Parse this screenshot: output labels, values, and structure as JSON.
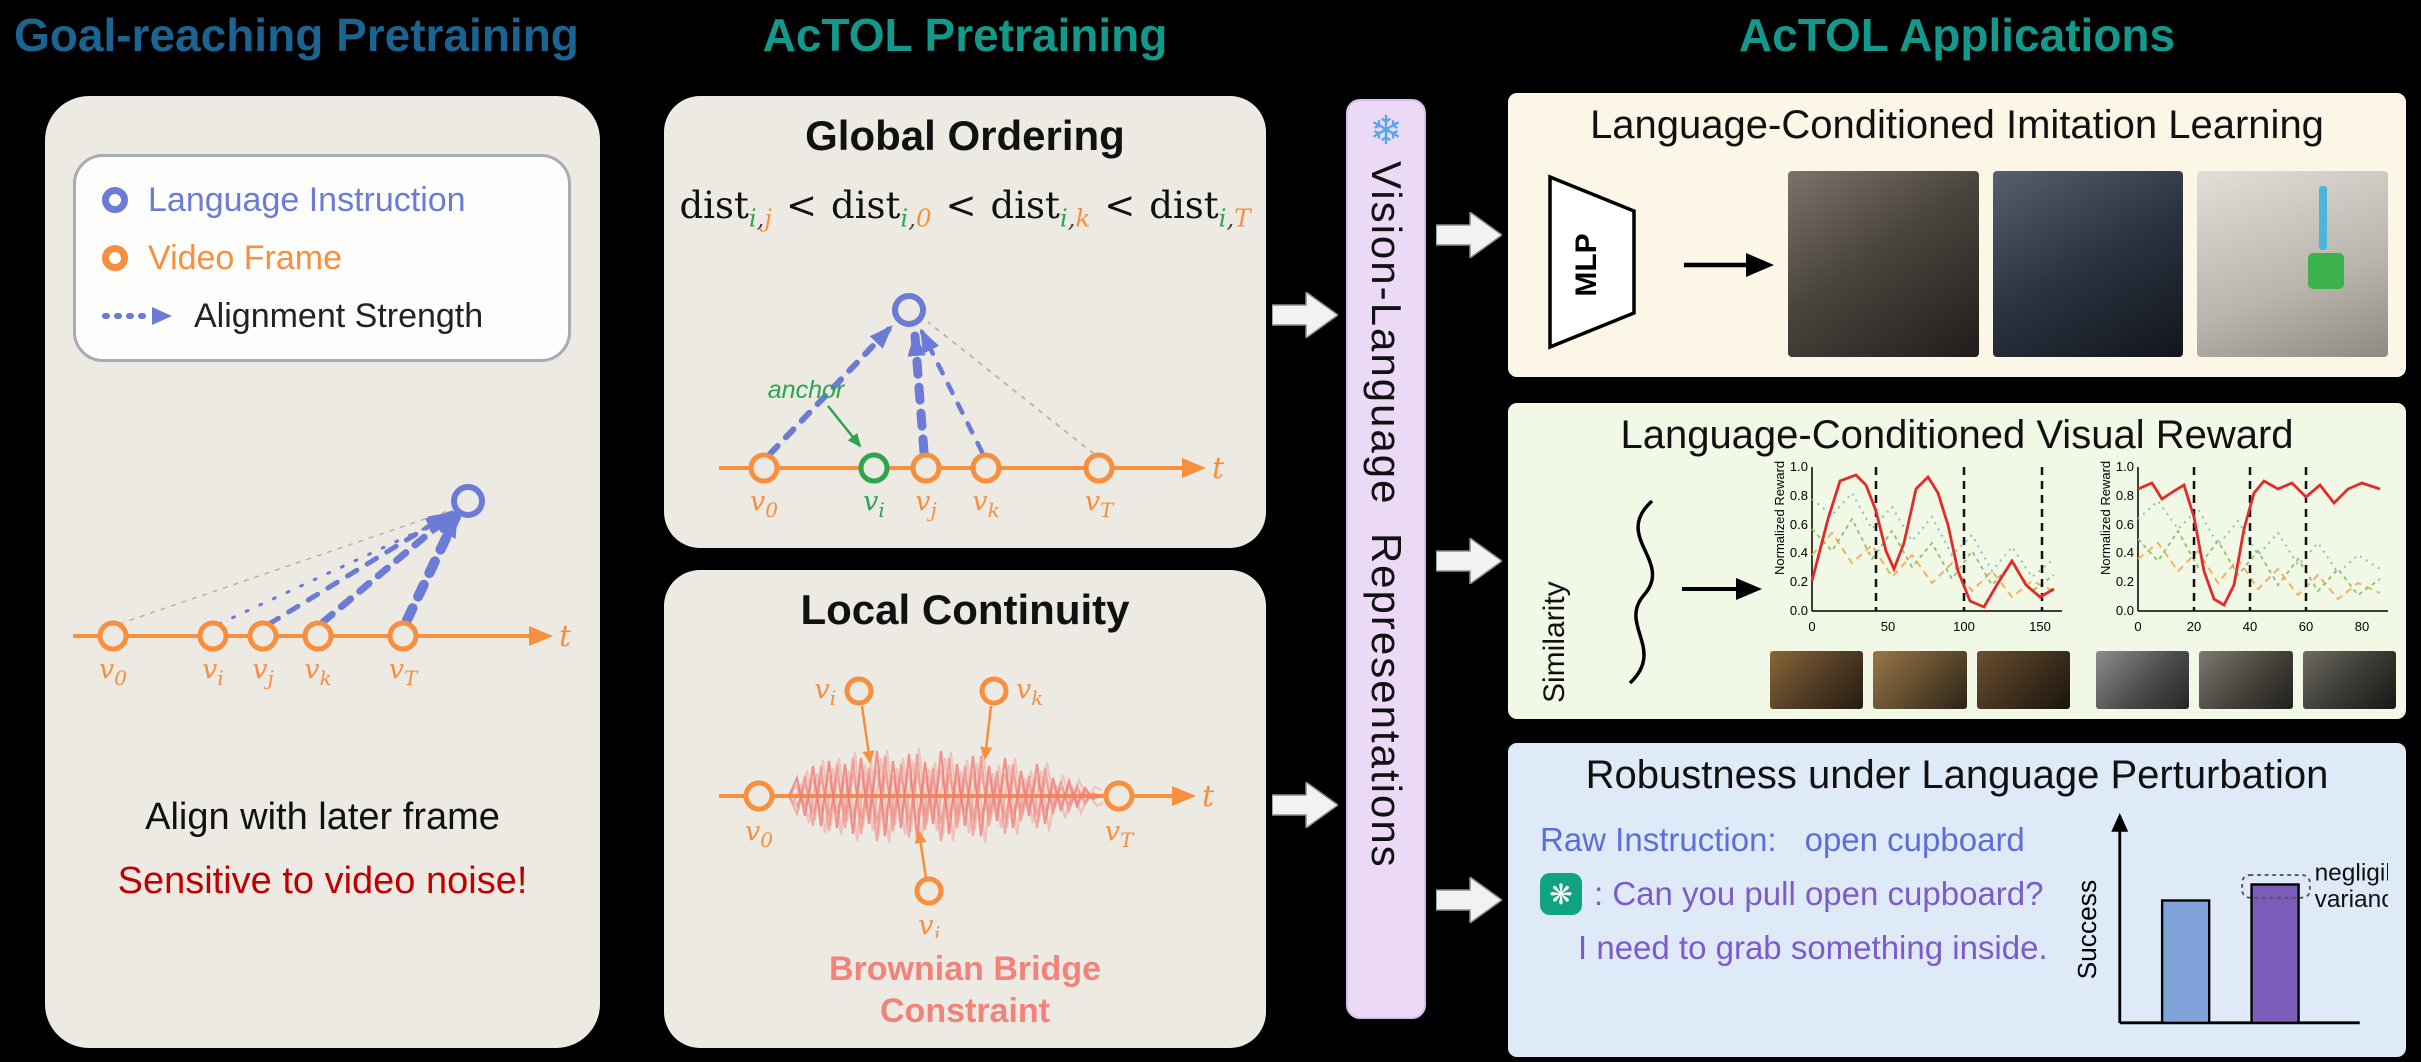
{
  "titles": {
    "left": "Goal-reaching Pretraining",
    "middle": "AcTOL Pretraining",
    "right": "AcTOL Applications"
  },
  "symbols": {
    "v": "v",
    "t": "t",
    "lt": "<",
    "dist": "dist",
    "comma": ",",
    "gpt_glyph": "❋"
  },
  "left_panel": {
    "legend": [
      {
        "label": "Language Instruction"
      },
      {
        "label": "Video Frame"
      },
      {
        "label": "Alignment Strength"
      }
    ],
    "subs": [
      "0",
      "i",
      "j",
      "k",
      "T"
    ],
    "caption1": "Align with later frame",
    "caption2": "Sensitive to video noise!"
  },
  "global_ordering": {
    "title": "Global Ordering",
    "terms": [
      {
        "a": "i",
        "b": "j"
      },
      {
        "a": "i",
        "b": "0"
      },
      {
        "a": "i",
        "b": "k"
      },
      {
        "a": "i",
        "b": "T"
      }
    ],
    "anchor": "anchor",
    "subs": [
      "0",
      "i",
      "j",
      "k",
      "T"
    ]
  },
  "local_continuity": {
    "title": "Local Continuity",
    "subs": {
      "v0": "0",
      "vi": "i",
      "vj": "j",
      "vk": "k",
      "vT": "T"
    },
    "caption1": "Brownian Bridge",
    "caption2": "Constraint"
  },
  "bridge": {
    "snowflake": "❄",
    "label": "Vision-Language  Representations"
  },
  "imitation": {
    "title": "Language-Conditioned Imitation Learning",
    "mlp": "MLP"
  },
  "reward": {
    "title": "Language-Conditioned Visual Reward",
    "similarity": "Similarity",
    "ylabel": "Normalized Reward",
    "yticks": [
      "1.0",
      "0.8",
      "0.6",
      "0.4",
      "0.2",
      "0.0"
    ],
    "plot1_xticks": [
      "0",
      "50",
      "100",
      "150"
    ],
    "plot2_xticks": [
      "0",
      "20",
      "40",
      "60",
      "80"
    ]
  },
  "robustness": {
    "title": "Robustness under Language Perturbation",
    "raw_label": "Raw Instruction:",
    "raw_value": "open cupboard",
    "gpt_line": ": Can you pull open cupboard?",
    "gpt_line2": "I need to grab something inside.",
    "success": "Success",
    "note1": "negligible",
    "note2": "variance"
  },
  "colors": {
    "background": "#000000",
    "panel_gray": "#ECEAE3",
    "headline_blue": "#1B6391",
    "headline_teal": "#12998C",
    "orange": "#F78F3F",
    "periwinkle": "#6B7BD6",
    "anchor_green": "#2EA44F",
    "warning_red": "#C00000",
    "salmon": "#F2837A",
    "bridge_purple": "#EBD9F6",
    "imitation_bg": "#FCF6E7",
    "reward_bg": "#F2F8E6",
    "robustness_bg": "#DFEAF9",
    "gpt_teal": "#10A37F",
    "bar_blue": "#7FA3D8",
    "bar_purple": "#7B5CB8"
  }
}
